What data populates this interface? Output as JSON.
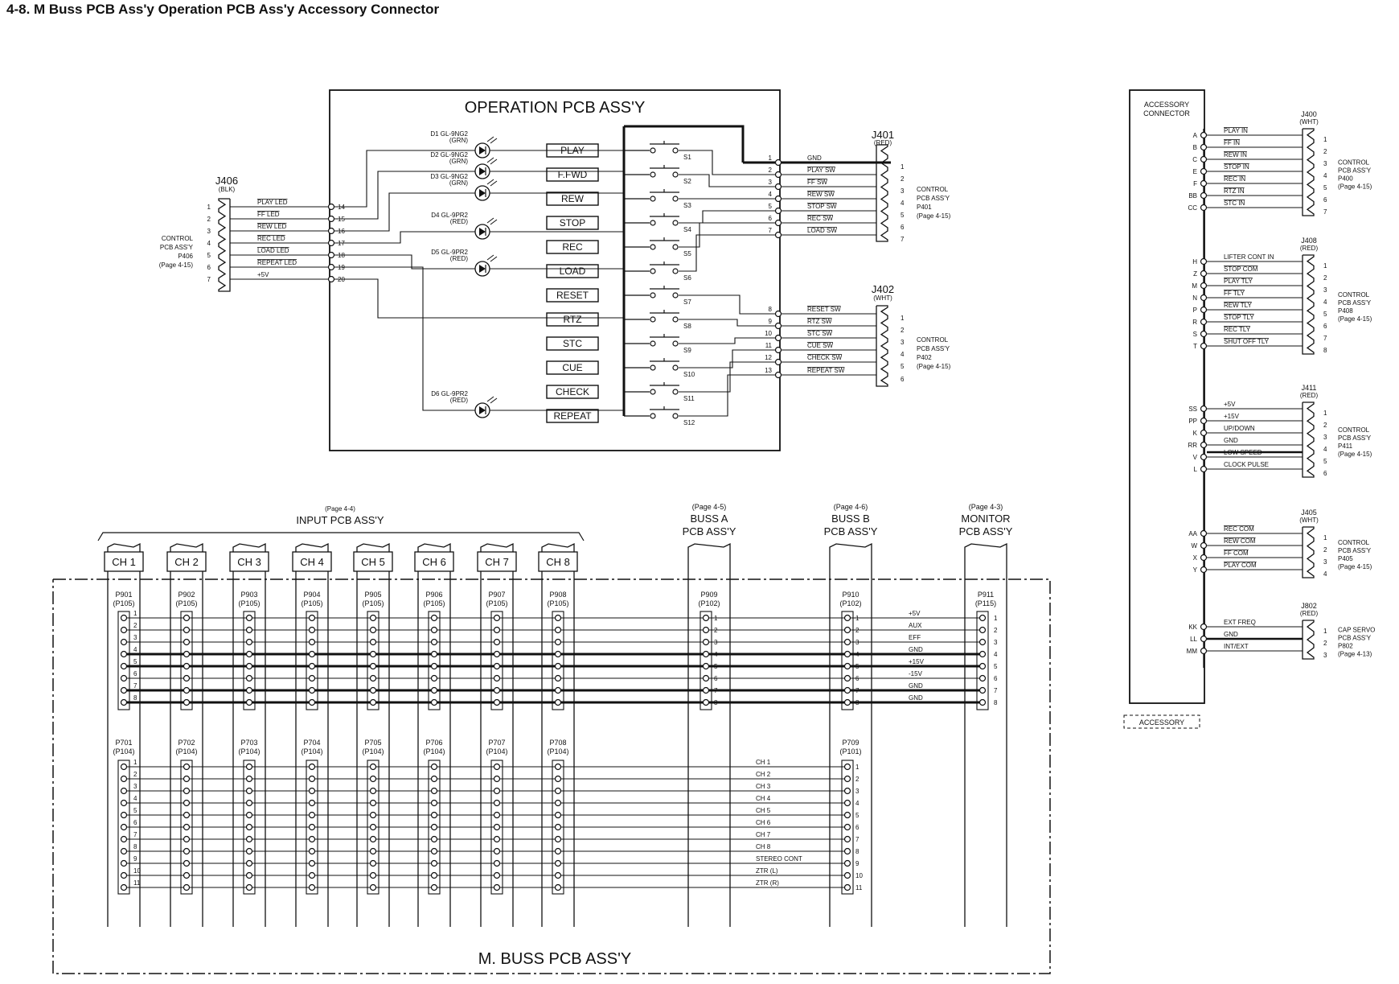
{
  "title": "4-8.  M Buss PCB Ass'y Operation PCB Ass'y Accessory Connector",
  "operation": {
    "title": "OPERATION PCB ASS'Y",
    "buttons": [
      "PLAY",
      "F.FWD",
      "REW",
      "STOP",
      "REC",
      "LOAD",
      "RESET",
      "RTZ",
      "STC",
      "CUE",
      "CHECK",
      "REPEAT"
    ],
    "switches": [
      "S1",
      "S2",
      "S3",
      "S4",
      "S5",
      "S6",
      "S7",
      "S8",
      "S9",
      "S10",
      "S11",
      "S12"
    ],
    "leds": [
      {
        "label": "D1 GL-9NG2",
        "color": "(GRN)"
      },
      {
        "label": "D2 GL-9NG2",
        "color": "(GRN)"
      },
      {
        "label": "D3 GL-9NG2",
        "color": "(GRN)"
      },
      {
        "label": "D4 GL-9PR2",
        "color": "(RED)"
      },
      {
        "label": "D5 GL-9PR2",
        "color": "(RED)"
      },
      {
        "label": "D6 GL-9PR2",
        "color": "(RED)"
      }
    ],
    "j406": {
      "name": "J406",
      "sub": "(BLK)",
      "signals": [
        "PLAY LED",
        "FF LED",
        "REW LED",
        "REC LED",
        "LOAD LED",
        "REPEAT LED",
        "+5V"
      ],
      "inner_pins": [
        "14",
        "15",
        "16",
        "17",
        "18",
        "19",
        "20"
      ],
      "ref": [
        "CONTROL",
        "PCB ASS'Y",
        "P406",
        "(Page 4-15)"
      ]
    },
    "j401": {
      "name": "J401",
      "sub": "(RED)",
      "signals": [
        "GND",
        "PLAY SW",
        "FF SW",
        "REW SW",
        "STOP SW",
        "REC SW",
        "LOAD SW"
      ],
      "inner_pins": [
        "1",
        "2",
        "3",
        "4",
        "5",
        "6",
        "7"
      ],
      "ref": [
        "CONTROL",
        "PCB ASS'Y",
        "P401",
        "(Page 4-15)"
      ]
    },
    "j402": {
      "name": "J402",
      "sub": "(WHT)",
      "signals": [
        "RESET SW",
        "RTZ SW",
        "STC SW",
        "CUE SW",
        "CHECK SW",
        "REPEAT SW"
      ],
      "inner_pins": [
        "8",
        "9",
        "10",
        "11",
        "12",
        "13"
      ],
      "ref": [
        "CONTROL",
        "PCB ASS'Y",
        "P402",
        "(Page 4-15)"
      ]
    }
  },
  "accessory": {
    "title_lines": [
      "ACCESSORY",
      "CONNECTOR"
    ],
    "footer": "ACCESSORY",
    "groups": [
      {
        "name": "J400",
        "sub": "(WHT)",
        "letters": [
          "A",
          "B",
          "C",
          "E",
          "F",
          "BB",
          "CC"
        ],
        "signals": [
          "PLAY IN",
          "FF IN",
          "REW IN",
          "STOP IN",
          "REC IN",
          "RTZ IN",
          "STC IN"
        ],
        "ref": [
          "CONTROL",
          "PCB ASS'Y",
          "P400",
          "(Page 4-15)"
        ]
      },
      {
        "name": "J408",
        "sub": "(RED)",
        "letters": [
          "H",
          "Z",
          "M",
          "N",
          "P",
          "R",
          "S",
          "T"
        ],
        "signals": [
          "LIFTER CONT IN",
          "STOP COM",
          "PLAY TLY",
          "FF TLY",
          "REW TLY",
          "STOP TLY",
          "REC TLY",
          "SHUT OFF TLY"
        ],
        "ref": [
          "CONTROL",
          "PCB ASS'Y",
          "P408",
          "(Page 4-15)"
        ]
      },
      {
        "name": "J411",
        "sub": "(RED)",
        "letters": [
          "SS",
          "PP",
          "K",
          "RR",
          "V",
          "L"
        ],
        "signals": [
          "+5V",
          "+15V",
          "UP/DOWN",
          "GND",
          "LOW SPEED",
          "CLOCK PULSE"
        ],
        "ref": [
          "CONTROL",
          "PCB ASS'Y",
          "P411",
          "(Page 4-15)"
        ]
      },
      {
        "name": "J405",
        "sub": "(WHT)",
        "letters": [
          "AA",
          "W",
          "X",
          "Y"
        ],
        "signals": [
          "REC COM",
          "REW COM",
          "FF COM",
          "PLAY COM"
        ],
        "ref": [
          "CONTROL",
          "PCB ASS'Y",
          "P405",
          "(Page 4-15)"
        ]
      },
      {
        "name": "J802",
        "sub": "(RED)",
        "letters": [
          "KK",
          "LL",
          "MM"
        ],
        "signals": [
          "EXT FREQ",
          "GND",
          "INT/EXT"
        ],
        "ref": [
          "CAP SERVO",
          "PCB ASS'Y",
          "P802",
          "(Page 4-13)"
        ]
      }
    ]
  },
  "mbuss": {
    "title": "M. BUSS PCB ASS'Y",
    "input_page": "(Page 4-4)",
    "input_label": "INPUT PCB ASS'Y",
    "channels": [
      "CH 1",
      "CH 2",
      "CH 3",
      "CH 4",
      "CH 5",
      "CH 6",
      "CH 7",
      "CH 8"
    ],
    "p9_names": [
      "P901",
      "P902",
      "P903",
      "P904",
      "P905",
      "P906",
      "P907",
      "P908"
    ],
    "p9_sub": "(P105)",
    "p7_names": [
      "P701",
      "P702",
      "P703",
      "P704",
      "P705",
      "P706",
      "P707",
      "P708"
    ],
    "p7_sub": "(P104)",
    "buss_a": {
      "page": "(Page 4-5)",
      "l1": "BUSS A",
      "l2": "PCB ASS'Y",
      "conn": "P909",
      "sub": "(P102)"
    },
    "buss_b": {
      "page": "(Page 4-6)",
      "l1": "BUSS B",
      "l2": "PCB ASS'Y",
      "conn": "P910",
      "sub": "(P102)",
      "conn2": "P709",
      "sub2": "(P101)"
    },
    "monitor": {
      "page": "(Page 4-3)",
      "l1": "MONITOR",
      "l2": "PCB ASS'Y",
      "conn": "P911",
      "sub": "(P115)"
    },
    "upper_signals": [
      "+5V",
      "AUX",
      "EFF",
      "GND",
      "+15V",
      "-15V",
      "GND",
      "GND"
    ],
    "lower_signals": [
      "CH 1",
      "CH 2",
      "CH 3",
      "CH 4",
      "CH 5",
      "CH 6",
      "CH 7",
      "CH 8",
      "STEREO CONT",
      "ZTR (L)",
      "ZTR (R)"
    ],
    "upper_pins": [
      "1",
      "2",
      "3",
      "4",
      "5",
      "6",
      "7",
      "8"
    ],
    "lower_pins": [
      "1",
      "2",
      "3",
      "4",
      "5",
      "6",
      "7",
      "8",
      "9",
      "10",
      "11"
    ]
  }
}
